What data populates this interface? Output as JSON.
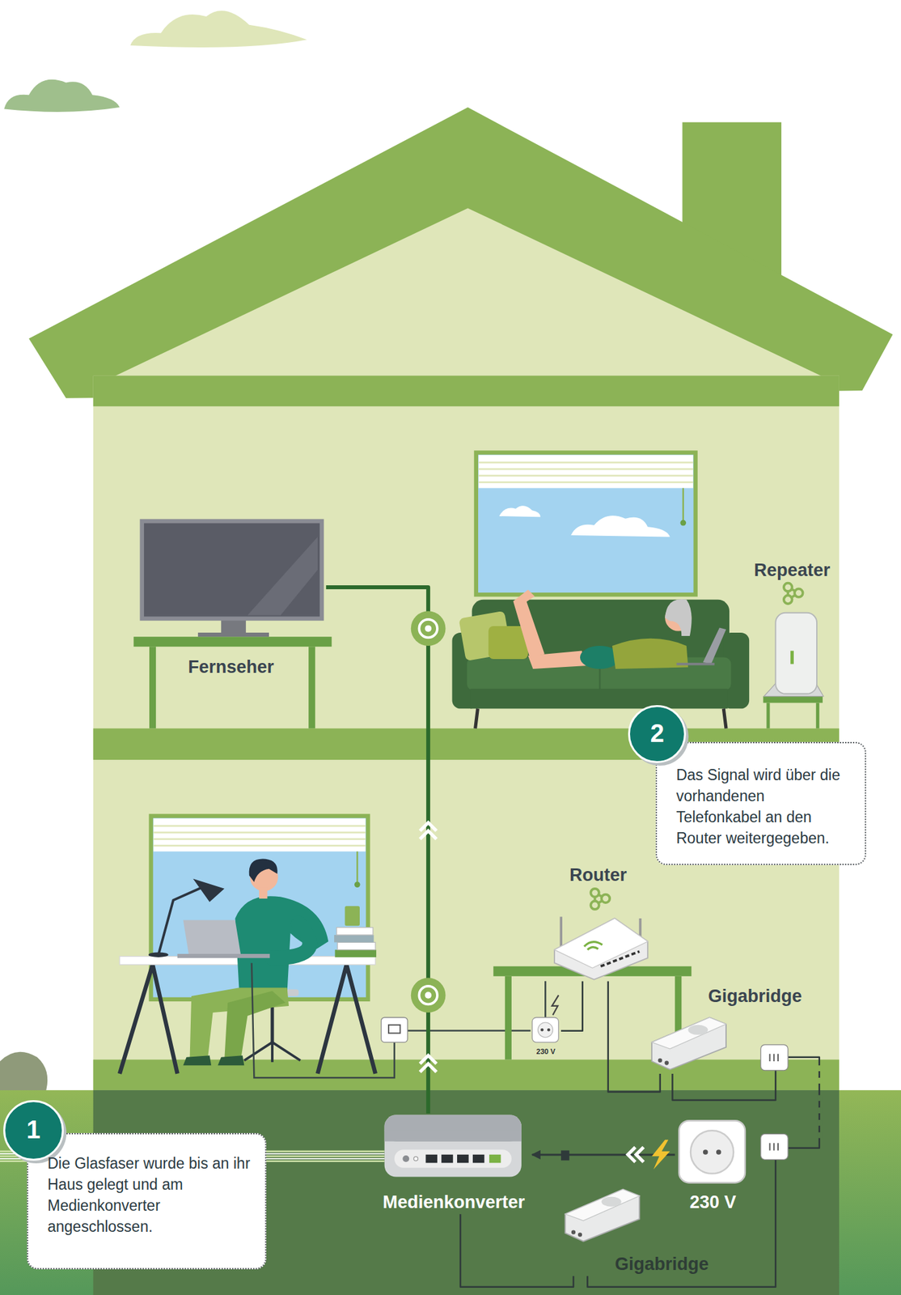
{
  "diagram": {
    "nodes": [
      {
        "text": [
          "Fernseher"
        ]
      },
      {
        "text": [
          "Repeater"
        ]
      },
      {
        "text": [
          "2",
          "Das Signal wird über die vorhandenen Telefonkabel an den Router weitergegeben."
        ]
      },
      {
        "text": [
          "Router"
        ]
      },
      {
        "text": [
          "Gigabridge"
        ]
      },
      {
        "text": [
          "230 V"
        ]
      },
      {
        "text": [
          "1",
          "Die Glasfaser wurde bis an ihr Haus gelegt und am Medienkonverter angeschlossen."
        ]
      },
      {
        "text": [
          "Medienkonverter"
        ]
      },
      {
        "text": [
          "230 V"
        ]
      },
      {
        "text": [
          "Gigabridge"
        ]
      }
    ],
    "edges": [
      {
        "from": 7,
        "to": 0,
        "arrow": "none"
      },
      {
        "from": 8,
        "to": 7,
        "arrow": "to"
      },
      {
        "from": 3,
        "to": 5,
        "arrow": "none"
      },
      {
        "from": 3,
        "to": 4,
        "arrow": "none"
      },
      {
        "from": 4,
        "to": 9,
        "arrow": "none"
      },
      {
        "from": 7,
        "to": 9,
        "arrow": "none"
      }
    ]
  }
}
